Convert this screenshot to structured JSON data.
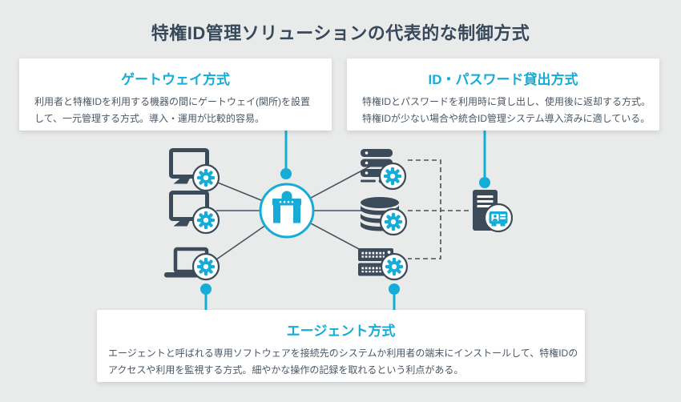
{
  "page": {
    "title": "特権ID管理ソリューションの代表的な制御方式"
  },
  "colors": {
    "background": "#e9eaea",
    "card_background": "#ffffff",
    "accent_cyan": "#15acd8",
    "icon_slate": "#3c4b59",
    "title_color": "#37495b",
    "body_text": "#4a5765"
  },
  "methods": {
    "gateway": {
      "title": "ゲートウェイ方式",
      "desc_lines": [
        "利用者と特権IDを利用する機器の間にゲートウェイ(関所)を設置",
        "して、一元管理する方式。導入・運用が比較的容易。"
      ]
    },
    "id_password": {
      "title": "ID・パスワード貸出方式",
      "desc_lines": [
        "特権IDとパスワードを利用時に貸し出し、使用後に返却する方式。",
        "特権IDが少ない場合や統合ID管理システム導入済みに適している。"
      ]
    },
    "agent": {
      "title": "エージェント方式",
      "desc_lines": [
        "エージェントと呼ばれる専用ソフトウェアを接続先のシステムか利用者の端末にインストールして、特権IDの",
        "アクセスや利用を監視する方式。細やかな操作の記録を取れるという利点がある。"
      ]
    }
  },
  "diagram": {
    "center_node_icon": "security-gate-icon",
    "user_device_icons": [
      "desktop-computer-icon",
      "desktop-computer-icon",
      "laptop-icon"
    ],
    "target_system_icons": [
      "rack-server-icon",
      "database-icon",
      "blade-server-icon"
    ],
    "management_node_icon": "id-management-server-icon",
    "overlay_badge_icon": "gear-icon",
    "management_badge_icon": "id-card-icon"
  }
}
